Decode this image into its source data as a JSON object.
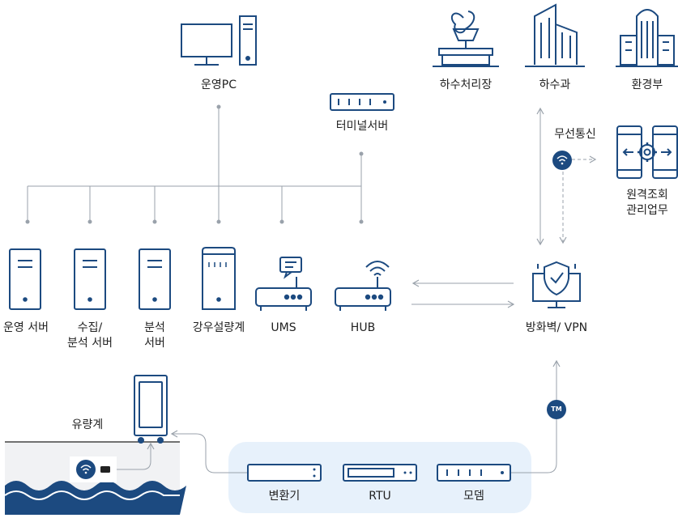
{
  "colors": {
    "navy": "#1c4a80",
    "line": "#9aa2ab",
    "panel": "#e7f1fb",
    "water": "#1c4a80"
  },
  "top": {
    "ops_pc": "운영PC",
    "terminal_server": "터미널서버",
    "sewage_plant": "하수처리장",
    "sewage_dept": "하수과",
    "environment_ministry": "환경부"
  },
  "wireless": {
    "label": "무선통신",
    "remote_line1": "원격조회",
    "remote_line2": "관리업무"
  },
  "servers": {
    "ops_server": "운영 서버",
    "collect_line1": "수집/",
    "collect_line2": "분석 서버",
    "analysis_line1": "분석",
    "analysis_line2": "서버",
    "rain_gauge": "강우설량계",
    "ums": "UMS",
    "hub": "HUB"
  },
  "firewall": {
    "label": "방화벽/ VPN",
    "tm_badge": "TM"
  },
  "field": {
    "flowmeter": "유량계",
    "converter": "변환기",
    "rtu": "RTU",
    "modem": "모뎀"
  },
  "icons": [
    "monitor-icon",
    "pc-tower-icon",
    "terminal-server-icon",
    "sewage-plant-icon",
    "building-icon",
    "government-building-icon",
    "tablet-gear-icon",
    "wifi-icon",
    "server-icon",
    "rain-gauge-icon",
    "ums-router-icon",
    "hub-router-icon",
    "firewall-shield-icon",
    "flowmeter-icon",
    "sensor-icon",
    "converter-icon",
    "rtu-icon",
    "modem-icon"
  ]
}
